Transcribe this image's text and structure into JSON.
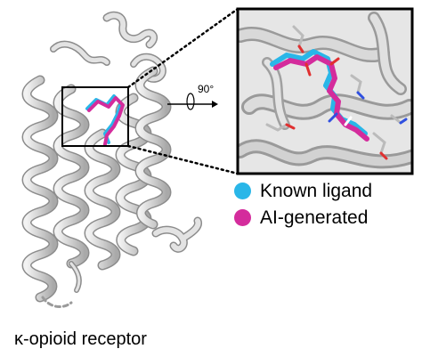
{
  "legend": {
    "items": [
      {
        "label": "Known ligand",
        "color": "#29b6e8"
      },
      {
        "label": "AI-generated",
        "color": "#d42c9c"
      }
    ]
  },
  "rotation_label": "90°",
  "caption": "κ-opioid receptor",
  "colors": {
    "protein": "#c8c8c8",
    "protein_edge": "#8c8c8c",
    "zoom_box_border": "#000000"
  }
}
